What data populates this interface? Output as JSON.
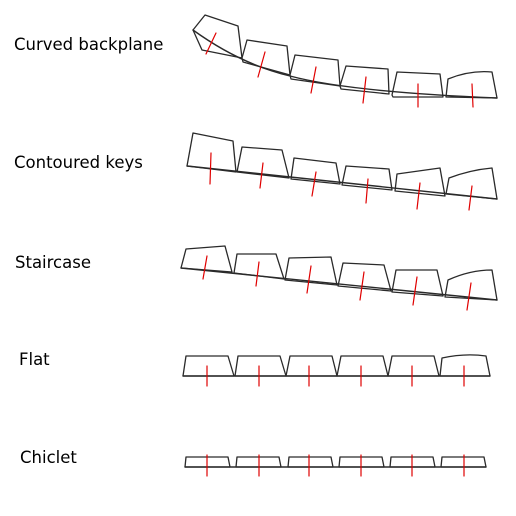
{
  "rows": [
    {
      "label": "Curved backplane"
    },
    {
      "label": "Contoured keys"
    },
    {
      "label": "Staircase"
    },
    {
      "label": "Flat"
    },
    {
      "label": "Chiclet"
    }
  ],
  "colors": {
    "outline": "#2a2a2a",
    "axis": "#e00000",
    "text": "#000000"
  }
}
